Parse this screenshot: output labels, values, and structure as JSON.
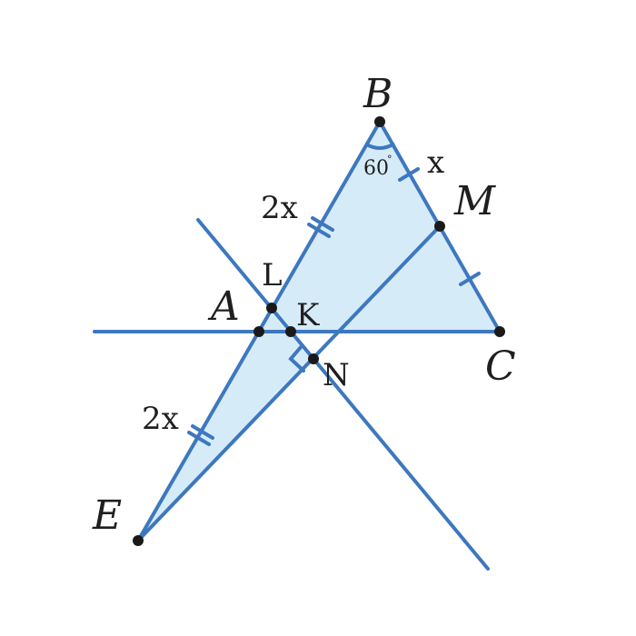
{
  "figure": {
    "points": {
      "B": "B",
      "M": "M",
      "A": "A",
      "C": "C",
      "E": "E",
      "L": "L",
      "K": "K",
      "N": "N"
    },
    "side_labels": {
      "BM": "x",
      "BA": "2x",
      "AE": "2x"
    },
    "angle_B": {
      "value": "60",
      "unit": "°"
    },
    "colors": {
      "line": "#3d78bf",
      "fill": "#d6ebf8",
      "point": "#1a1a1a"
    }
  }
}
